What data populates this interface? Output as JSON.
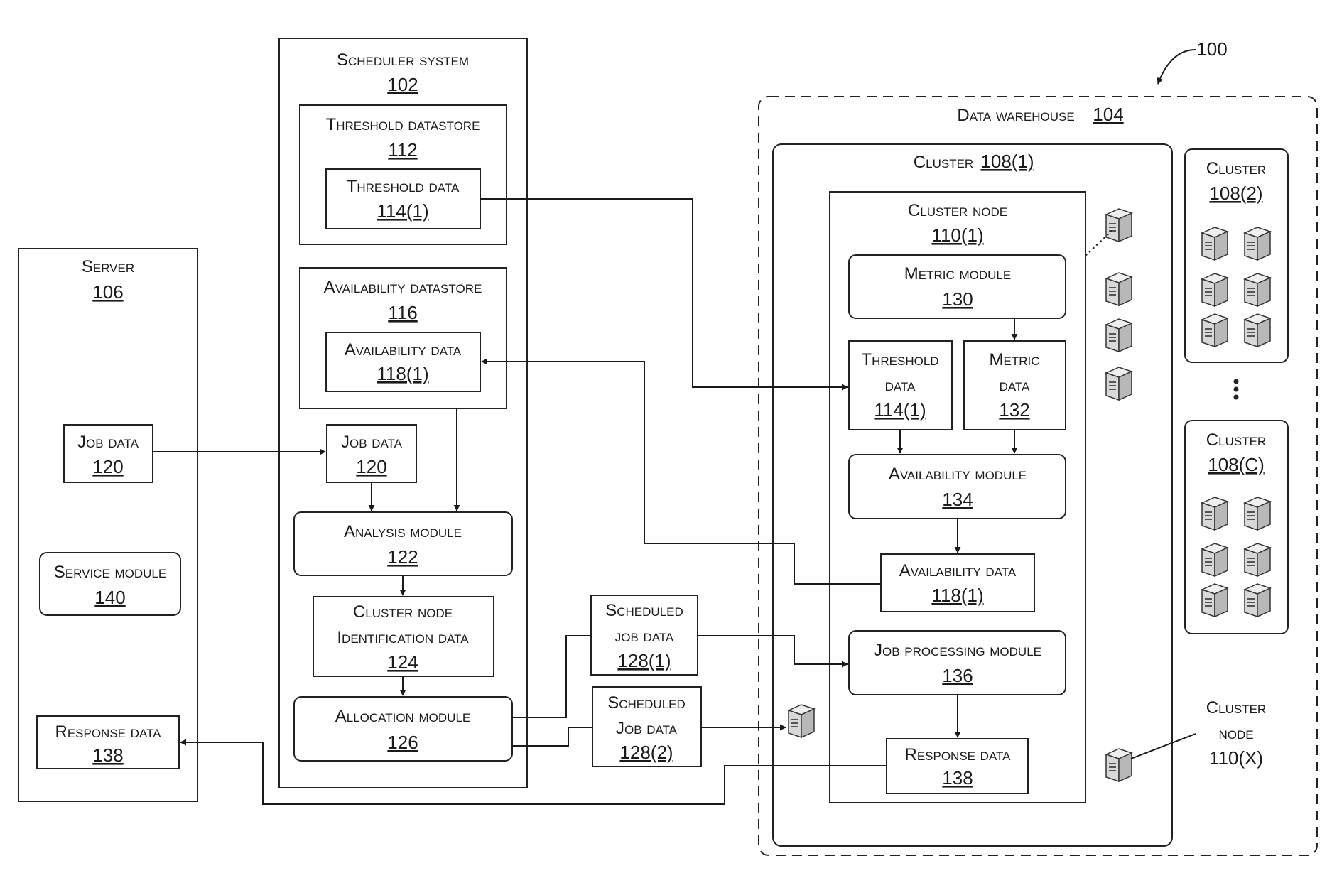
{
  "ref_label": "100",
  "scheduler": {
    "title": "Scheduler system",
    "ref": "102",
    "threshold_datastore": {
      "title": "Threshold datastore",
      "ref": "112"
    },
    "threshold_data": {
      "title": "Threshold data",
      "ref": "114(1)"
    },
    "availability_datastore": {
      "title": "Availability datastore",
      "ref": "116"
    },
    "availability_data": {
      "title": "Availability data",
      "ref": "118(1)"
    },
    "job_data": {
      "title": "Job data",
      "ref": "120"
    },
    "analysis_module": {
      "title": "Analysis module",
      "ref": "122"
    },
    "cluster_node_id": {
      "line1": "Cluster node",
      "line2": "Identification data",
      "ref": "124"
    },
    "allocation_module": {
      "title": "Allocation module",
      "ref": "126"
    }
  },
  "server": {
    "title": "Server",
    "ref": "106",
    "job_data": {
      "title": "Job data",
      "ref": "120"
    },
    "service_module": {
      "title": "Service module",
      "ref": "140"
    },
    "response_data": {
      "title": "Response data",
      "ref": "138"
    }
  },
  "scheduled_job_data_1": {
    "line1": "Scheduled",
    "line2": "job data",
    "ref": "128(1)"
  },
  "scheduled_job_data_2": {
    "line1": "Scheduled",
    "line2": "Job data",
    "ref": "128(2)"
  },
  "warehouse": {
    "title": "Data warehouse",
    "ref": "104",
    "cluster_1": {
      "title": "Cluster",
      "ref": "108(1)",
      "node": {
        "title": "Cluster node",
        "ref": "110(1)",
        "metric_module": {
          "title": "Metric module",
          "ref": "130"
        },
        "threshold_data": {
          "line1": "Threshold",
          "line2": "data",
          "ref": "114(1)"
        },
        "metric_data": {
          "line1": "Metric",
          "line2": "data",
          "ref": "132"
        },
        "availability_module": {
          "title": "Availability module",
          "ref": "134"
        },
        "availability_data": {
          "title": "Availability data",
          "ref": "118(1)"
        },
        "job_processing_module": {
          "title": "Job processing module",
          "ref": "136"
        },
        "response_data": {
          "title": "Response data",
          "ref": "138"
        }
      }
    },
    "cluster_2": {
      "title": "Cluster",
      "ref": "108(2)"
    },
    "cluster_c": {
      "title": "Cluster",
      "ref": "108(C)"
    },
    "cluster_node_x": {
      "line1": "Cluster",
      "line2": "node",
      "ref": "110(X)"
    }
  },
  "icons": {
    "server": "server-icon",
    "ellipsis": "vertical-ellipsis-icon"
  }
}
